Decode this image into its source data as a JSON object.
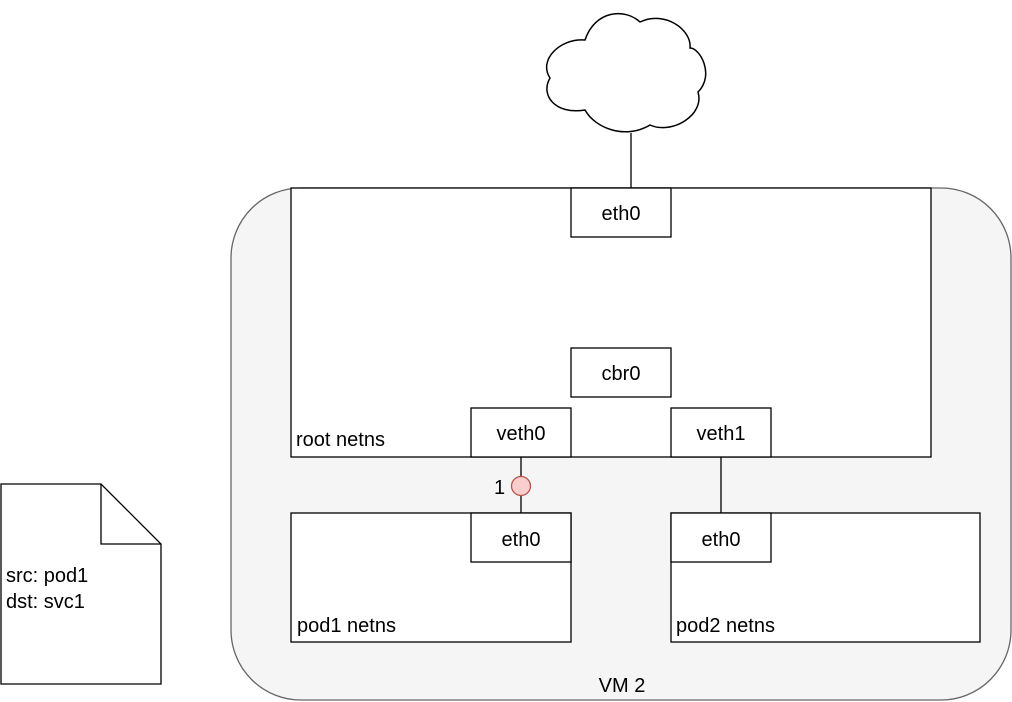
{
  "vm": {
    "label": "VM 2"
  },
  "root_ns": {
    "label": "root netns"
  },
  "interfaces": {
    "root_eth0": "eth0",
    "cbr0": "cbr0",
    "veth0": "veth0",
    "veth1": "veth1",
    "pod1_eth0": "eth0",
    "pod2_eth0": "eth0"
  },
  "pod1": {
    "label": "pod1 netns"
  },
  "pod2": {
    "label": "pod2 netns"
  },
  "packet": {
    "line1": "src: pod1",
    "line2": "dst: svc1"
  },
  "marker": {
    "label": "1"
  },
  "colors": {
    "vm_fill": "#f5f5f5",
    "vm_stroke": "#666666",
    "marker_fill": "#f8cecc",
    "marker_stroke": "#b85450"
  }
}
